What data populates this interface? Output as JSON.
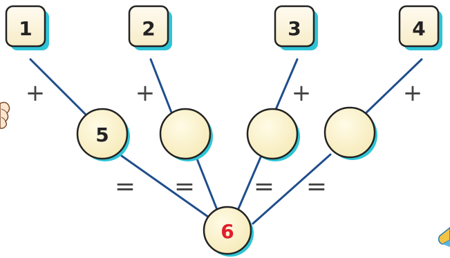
{
  "boxes": [
    {
      "label": "1"
    },
    {
      "label": "2"
    },
    {
      "label": "3"
    },
    {
      "label": "4"
    }
  ],
  "circles": [
    {
      "label": "5"
    },
    {
      "label": ""
    },
    {
      "label": ""
    },
    {
      "label": ""
    }
  ],
  "result": {
    "label": "6"
  },
  "plus_signs": [
    "+",
    "+",
    "+",
    "+"
  ],
  "equals_signs": [
    "=",
    "=",
    "=",
    "="
  ],
  "colors": {
    "line": "#1f4e8c",
    "box_fill": "#fdf5d2",
    "box_stroke": "#222222",
    "box_shadow": "#2ec4d6",
    "result_text": "#e0202a",
    "text": "#222222",
    "sign": "#444444"
  }
}
